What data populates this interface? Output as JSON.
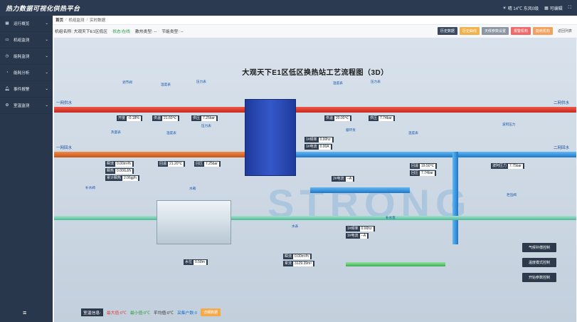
{
  "header": {
    "title": "热力数据可视化供热平台",
    "weather": "晴 14℃ 东风0级",
    "screen": "可编辑",
    "colors": {
      "topbar": "#2b3a50",
      "sidebar": "#28374b"
    }
  },
  "sidebar": {
    "items": [
      {
        "label": "运行概览",
        "icon": "grid-icon"
      },
      {
        "label": "机组监测",
        "icon": "monitor-icon"
      },
      {
        "label": "能耗监测",
        "icon": "clock-icon"
      },
      {
        "label": "能耗分析",
        "icon": "pie-icon"
      },
      {
        "label": "事件报警",
        "icon": "bell-icon"
      },
      {
        "label": "室温监测",
        "icon": "gear-icon"
      }
    ],
    "menu_icon": "≡"
  },
  "breadcrumb": {
    "home": "首页",
    "level1": "机组监测",
    "level2": "实时数据"
  },
  "info": {
    "unit_label": "机组名称:",
    "unit_name": "大观天下E1区低区",
    "status_label": "状态:",
    "status": "在线",
    "heat_type_label": "散热类型:",
    "heat_type": "--",
    "save_type_label": "节能类型:",
    "save_type": "--",
    "btn_history": "历史数据",
    "btn_curve": "历史曲线",
    "btn_params": "天候参数设置",
    "btn_alarm": "报警机构",
    "btn_energy": "能耗机构",
    "btn_back": "返回列表"
  },
  "scene": {
    "title": "大观天下E1区低区换热站工艺流程图（3D）",
    "watermark": "STRONG",
    "pipes": {
      "p1_supply": "一网供水",
      "p1_return": "一网回水",
      "p2_supply": "二网供水",
      "p2_return": "二网回水"
    },
    "devices": {
      "regulating_valve": "调节阀",
      "temp_gauge": "温度表",
      "pressure_gauge": "压力表",
      "heat_meter": "热量表",
      "circ_pump": "循环泵",
      "pressure_ctrl": "波阿压力",
      "makeup_valve": "补水阀",
      "water_tank": "水箱",
      "makeup_pump": "补水泵",
      "water_meter": "水表",
      "relief_valve": "泄压阀"
    },
    "readings": {
      "valve_open": "开度",
      "valve_open_v": "-0.18%",
      "p1_supply_temp_l": "供温",
      "p1_supply_temp": "21.60℃",
      "p1_supply_press_l": "供压",
      "p1_supply_press": "7.25bar",
      "flow_l": "瞬流",
      "flow": "0.00m³/h",
      "heat_l": "瞬热",
      "heat": "0.00GJ/h",
      "acc_heat_l": "累计瞬热",
      "acc_heat": "2.06gj/h",
      "p1_return_temp_l": "回温",
      "p1_return_temp": "21.20℃",
      "p1_return_press_l": "回压",
      "p1_return_press": "7.25bar",
      "p2_supply_temp_l": "供温",
      "p2_supply_temp": "20.00℃",
      "p2_supply_press_l": "供压",
      "p2_supply_press": "7.74bar",
      "pump1_freq_l": "1#频率",
      "pump1_freq": "0.00hz",
      "pump1_cur_l": "1#电流",
      "pump1_cur": "0.00A",
      "pump2_cur_l": "2#电流",
      "pump2_cur": "--A",
      "p2_return_temp_l": "回温",
      "p2_return_temp": "19.50℃",
      "p2_return_press_l": "回压",
      "p2_return_press": "7.74bar",
      "diff_press_l": "波阿压力",
      "diff_press": "7.75bar",
      "tank_level_l": "水位",
      "tank_level": "0.58m",
      "mk1_freq_l": "1#频率",
      "mk1_freq": "0.00hz",
      "mk1_cur_l": "1#电流",
      "mk1_cur": "--A",
      "water_flow_l": "瞬流",
      "water_flow": "0.00m³/h",
      "water_acc_l": "累流",
      "water_acc": "3129.39m³"
    },
    "controls": [
      "气候补偿控制",
      "温度模式控制",
      "开始参数控制"
    ],
    "bottom": {
      "label": "室温信息:",
      "max_l": "最大值:",
      "max": "0℃",
      "min_l": "最小值:",
      "min": "0℃",
      "avg_l": "平均值:",
      "avg": "0℃",
      "count_l": "采集户数:",
      "count": "0",
      "btn": "详细数据"
    }
  }
}
